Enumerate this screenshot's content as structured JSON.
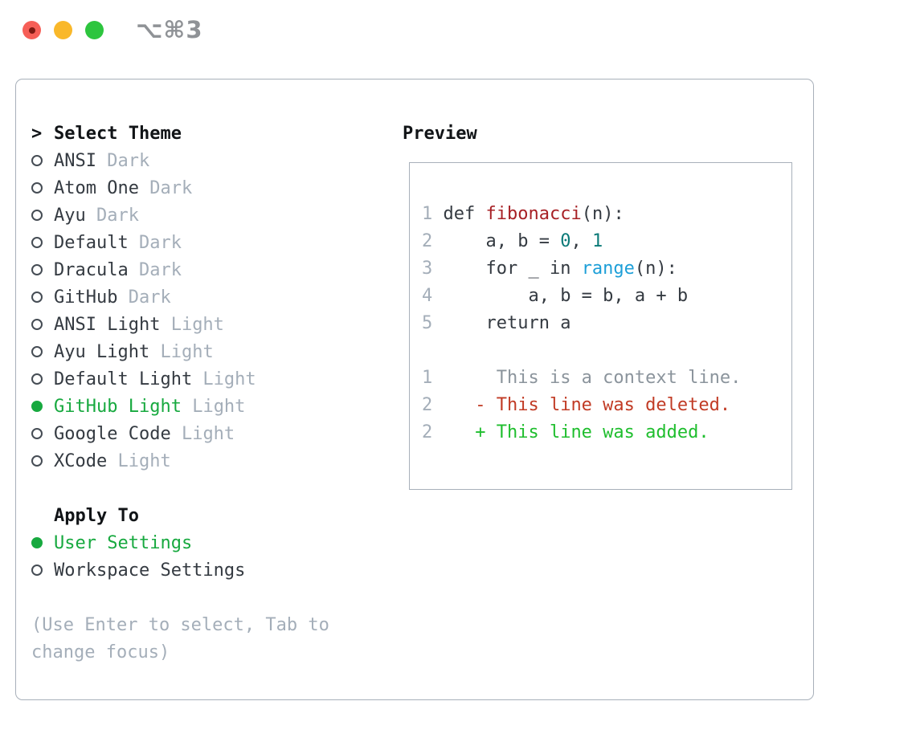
{
  "titlebar": {
    "shortcut": "⌥⌘3",
    "buttons": [
      {
        "name": "close",
        "color": "#f65f57",
        "has_dot": true
      },
      {
        "name": "minimize",
        "color": "#f9b82a",
        "has_dot": false
      },
      {
        "name": "zoom",
        "color": "#2dc53e",
        "has_dot": false
      }
    ]
  },
  "theme_list": {
    "header_prefix": ">",
    "header_label": "Select Theme",
    "items": [
      {
        "name": "ANSI",
        "variant": "Dark",
        "selected": false
      },
      {
        "name": "Atom One",
        "variant": "Dark",
        "selected": false
      },
      {
        "name": "Ayu",
        "variant": "Dark",
        "selected": false
      },
      {
        "name": "Default",
        "variant": "Dark",
        "selected": false
      },
      {
        "name": "Dracula",
        "variant": "Dark",
        "selected": false
      },
      {
        "name": "GitHub",
        "variant": "Dark",
        "selected": false
      },
      {
        "name": "ANSI Light",
        "variant": "Light",
        "selected": false
      },
      {
        "name": "Ayu Light",
        "variant": "Light",
        "selected": false
      },
      {
        "name": "Default Light",
        "variant": "Light",
        "selected": false
      },
      {
        "name": "GitHub Light",
        "variant": "Light",
        "selected": true
      },
      {
        "name": "Google Code",
        "variant": "Light",
        "selected": false
      },
      {
        "name": "XCode",
        "variant": "Light",
        "selected": false
      }
    ]
  },
  "apply_to": {
    "header": "Apply To",
    "options": [
      {
        "name": "User Settings",
        "selected": true
      },
      {
        "name": "Workspace Settings",
        "selected": false
      }
    ]
  },
  "help": {
    "lines": [
      "(Use Enter to select, Tab to",
      "change focus)"
    ]
  },
  "preview": {
    "header": "Preview",
    "lines": [
      {
        "tokens": [
          [
            "num",
            "1 "
          ],
          [
            "code",
            "def "
          ],
          [
            "fname",
            "fibonacci"
          ],
          [
            "code",
            "(n):"
          ]
        ]
      },
      {
        "tokens": [
          [
            "num",
            "2"
          ],
          [
            "code",
            "     a, b = "
          ],
          [
            "number",
            "0"
          ],
          [
            "code",
            ", "
          ],
          [
            "number",
            "1"
          ]
        ]
      },
      {
        "tokens": [
          [
            "num",
            "3"
          ],
          [
            "code",
            "     for _ in "
          ],
          [
            "builtin",
            "range"
          ],
          [
            "code",
            "(n):"
          ]
        ]
      },
      {
        "tokens": [
          [
            "num",
            "4"
          ],
          [
            "code",
            "         a, b = b, a + b"
          ]
        ]
      },
      {
        "tokens": [
          [
            "num",
            "5"
          ],
          [
            "code",
            "     return a"
          ]
        ]
      },
      {
        "tokens": []
      },
      {
        "tokens": [
          [
            "num",
            "1"
          ],
          [
            "context",
            "      This is a context line."
          ]
        ]
      },
      {
        "tokens": [
          [
            "num",
            "2"
          ],
          [
            "code",
            "    "
          ],
          [
            "deleted",
            "- This line was deleted."
          ]
        ]
      },
      {
        "tokens": [
          [
            "num",
            "2"
          ],
          [
            "code",
            "    "
          ],
          [
            "added",
            "+ This line was added."
          ]
        ]
      }
    ]
  },
  "colors": {
    "selection_green": "#17a93f",
    "added_green": "#1fbe2e",
    "deleted_red": "#c13b25",
    "function_red": "#a72126",
    "literal_teal": "#0b7a78",
    "builtin_blue": "#1d9fd8",
    "muted_gray": "#a4aeb9",
    "context_gray": "#8b949c",
    "text_dark": "#343a41",
    "border_gray": "#a8b0ba"
  }
}
